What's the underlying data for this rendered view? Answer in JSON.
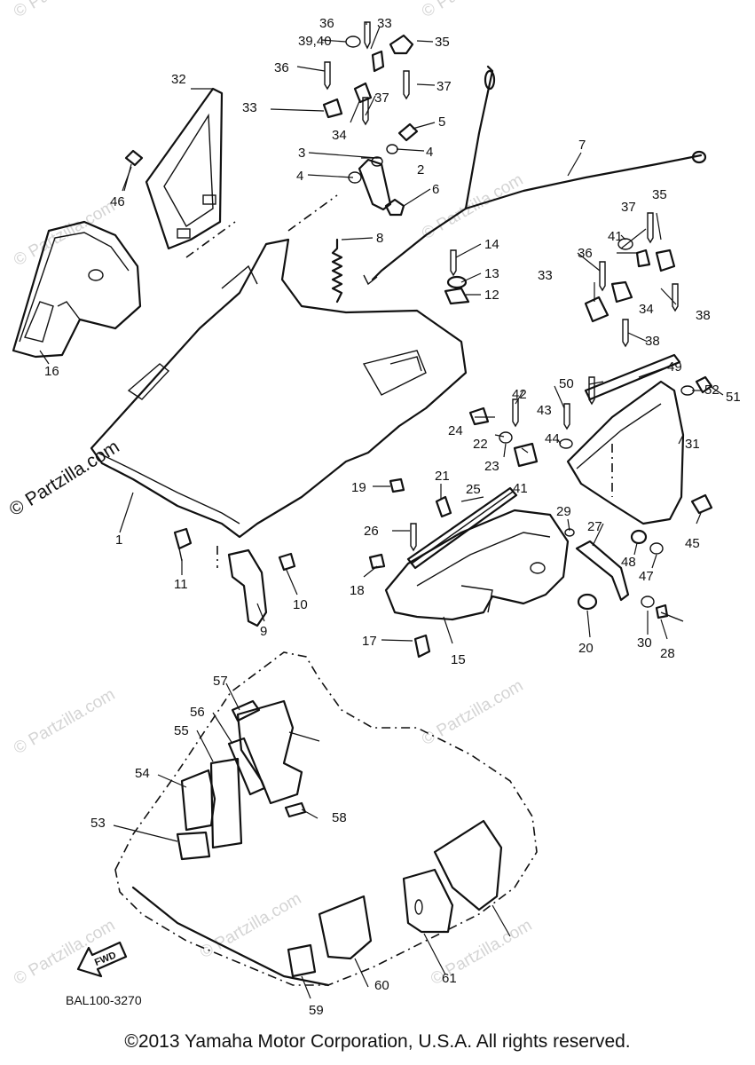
{
  "watermark": "© Partzilla.com",
  "watermark_main": "© Partzilla.com",
  "diagram_code": "BAL100-3270",
  "forward_label": "FWD",
  "copyright": "©2013  Yamaha Motor Corporation, U.S.A. All rights reserved.",
  "callouts": [
    "1",
    "2",
    "3",
    "4",
    "4",
    "5",
    "6",
    "7",
    "8",
    "9",
    "10",
    "11",
    "12",
    "13",
    "14",
    "15",
    "16",
    "17",
    "18",
    "19",
    "20",
    "21",
    "22",
    "23",
    "24",
    "25",
    "26",
    "27",
    "28",
    "29",
    "30",
    "31",
    "32",
    "33",
    "33",
    "33",
    "34",
    "34",
    "35",
    "35",
    "36",
    "36",
    "36",
    "37",
    "37",
    "37",
    "38",
    "38",
    "39,40",
    "41",
    "41",
    "42",
    "43",
    "44",
    "45",
    "46",
    "47",
    "48",
    "49",
    "50",
    "51",
    "52",
    "53",
    "54",
    "55",
    "56",
    "57",
    "58",
    "59",
    "60",
    "61"
  ]
}
